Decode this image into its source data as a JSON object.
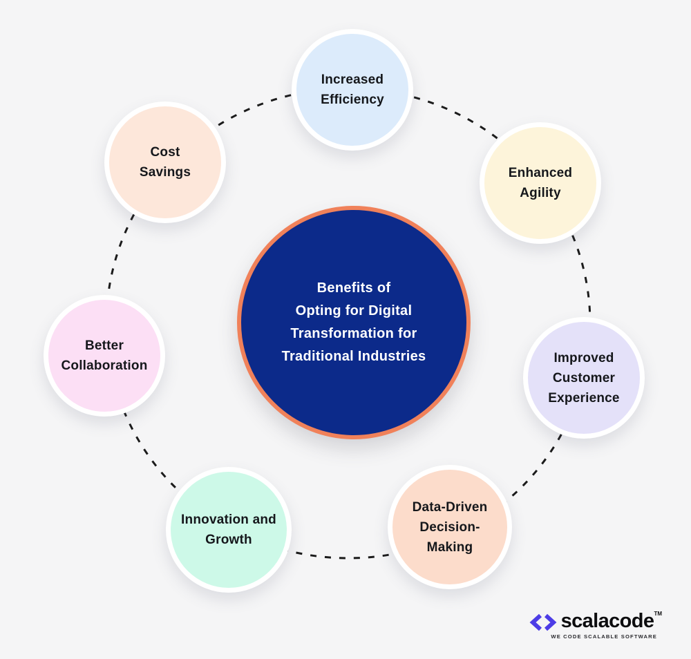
{
  "page": {
    "background": "#f5f5f6"
  },
  "center": {
    "title_lines": [
      "Benefits of",
      "Opting for Digital",
      "Transformation for",
      "Traditional Industries"
    ],
    "fill_color": "#0c2a8a",
    "border_color": "#f0815a",
    "text_color": "#ffffff"
  },
  "satellites": [
    {
      "label": "Increased Efficiency",
      "lines": [
        "Increased",
        "Efficiency"
      ],
      "color": "#dcebfb"
    },
    {
      "label": "Enhanced Agility",
      "lines": [
        "Enhanced",
        "Agility"
      ],
      "color": "#fdf4da"
    },
    {
      "label": "Improved Customer Experience",
      "lines": [
        "Improved",
        "Customer",
        "Experience"
      ],
      "color": "#e4e1f9"
    },
    {
      "label": "Data-Driven Decision-Making",
      "lines": [
        "Data-Driven",
        "Decision-",
        "Making"
      ],
      "color": "#fcdccb"
    },
    {
      "label": "Innovation and Growth",
      "lines": [
        "Innovation and",
        "Growth"
      ],
      "color": "#cdf9e8"
    },
    {
      "label": "Better Collaboration",
      "lines": [
        "Better",
        "Collaboration"
      ],
      "color": "#fcdff5"
    },
    {
      "label": "Cost Savings",
      "lines": [
        "Cost",
        "Savings"
      ],
      "color": "#fde7da"
    }
  ],
  "connector": {
    "style": "dashed",
    "color": "#1b1b1b"
  },
  "logo": {
    "mark": "<>",
    "name": "scalacode",
    "trademark": "TM",
    "tagline": "WE CODE SCALABLE SOFTWARE",
    "accent_color": "#4c3ce6",
    "text_color": "#0d0d0f"
  }
}
